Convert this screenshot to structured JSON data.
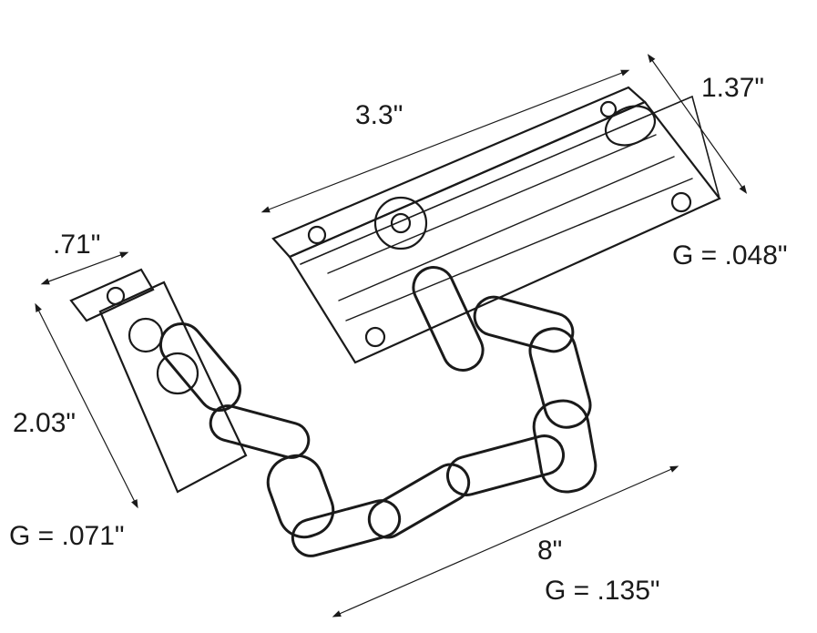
{
  "figure": {
    "subject": "Door chain guard lock",
    "style": "black line sketch on white",
    "colors": {
      "background": "#ffffff",
      "ink": "#1a1a1a"
    }
  },
  "dimensions": {
    "slide_length": "3.3\"",
    "slide_width": "1.37\"",
    "slide_gauge": "G = .048\"",
    "receiver_width": ".71\"",
    "receiver_length": "2.03\"",
    "receiver_gauge": "G = .071\"",
    "chain_length": "8\"",
    "chain_gauge": "G = .135\""
  }
}
